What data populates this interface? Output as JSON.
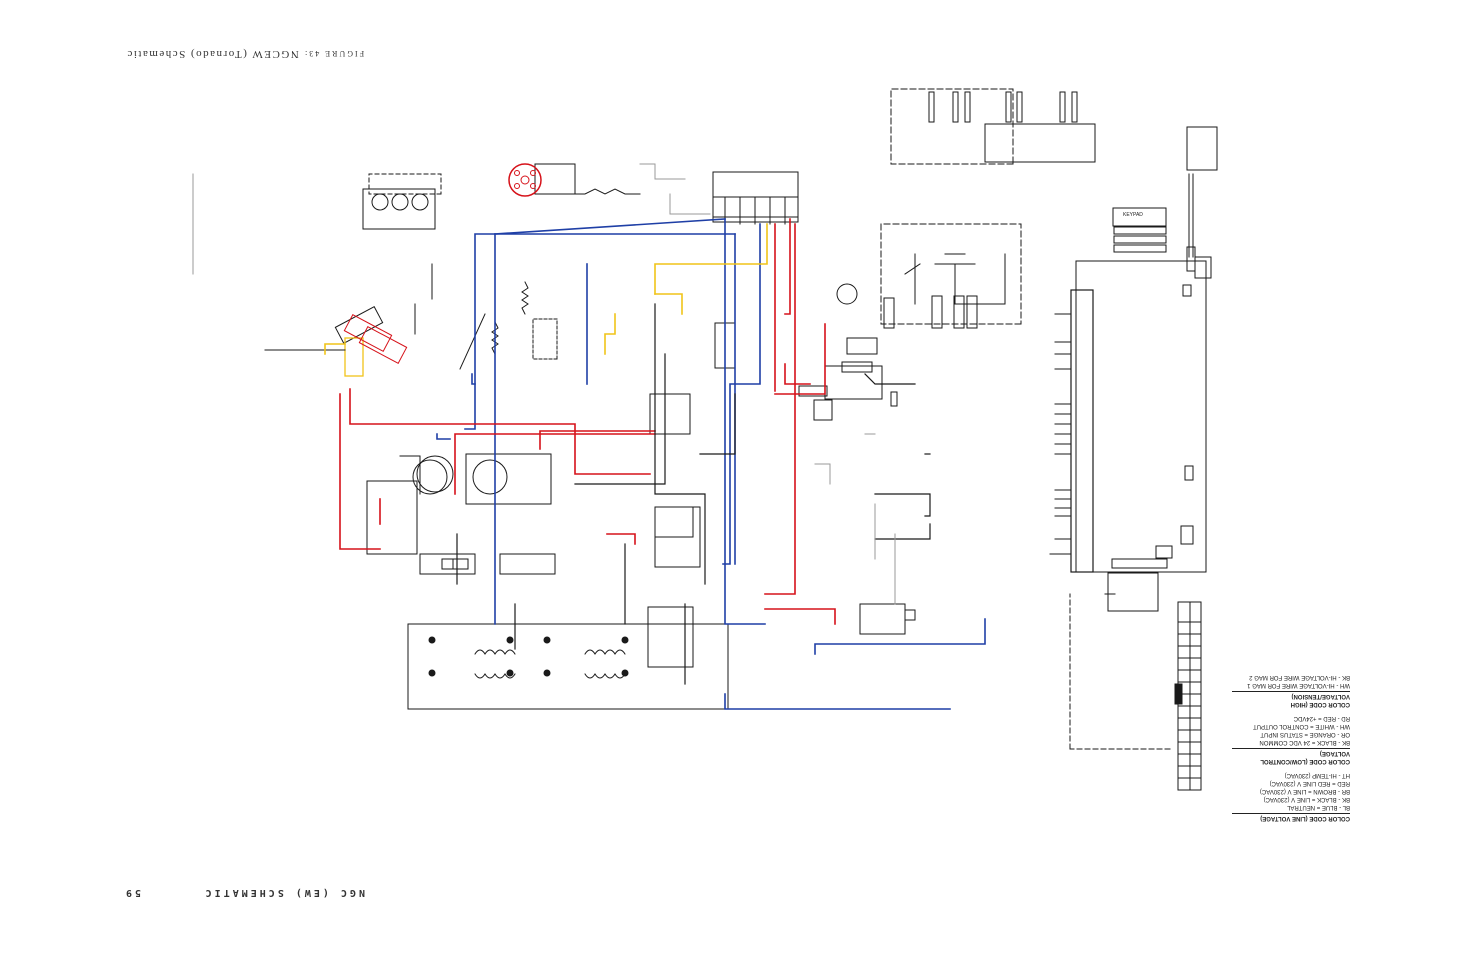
{
  "caption": {
    "figure_label": "FIGURE 43:",
    "title": "NGCEW (Tornado) Schematic"
  },
  "footer": {
    "section": "NGC (EW) SCHEMATIC",
    "page_number": "59"
  },
  "keypad_label": "KEYPAD",
  "legend": {
    "line_voltage": {
      "heading": "COLOR CODE (LINE VOLTAGE)",
      "items": [
        "BL - BLUE = NEUTRAL",
        "BK - BLACK = LINE V (230VAC)",
        "BR - BROWN = LINE V (230VAC)",
        "RED = RED LINE V (230VAC)",
        "HT - HI-TEMP (230VAC)"
      ]
    },
    "low_voltage": {
      "heading": "COLOR CODE (LOW/CONTROL VOLTAGE)",
      "items": [
        "BK - BLACK = 24 VDC COMMON",
        "OR - ORANGE = STATUS INPUT",
        "WH - WHITE = CONTROL OUTPUT",
        "RD - RED = +24VDC"
      ]
    },
    "high_voltage": {
      "heading": "COLOR CODE (HIGH VOLTAGE/TENSION)",
      "items": [
        "WH - HI-VOLTAGE WIRE FOR MAG 1",
        "BK - HI-VOLTAGE WIRE FOR MAG 2"
      ]
    }
  },
  "wire_colors": {
    "neutral_blue": "#1f3fa6",
    "line_red": "#d6121a",
    "line_black": "#1a1a1a",
    "control_yellow": "#f0c419",
    "shield_gray": "#9a9a9a"
  }
}
